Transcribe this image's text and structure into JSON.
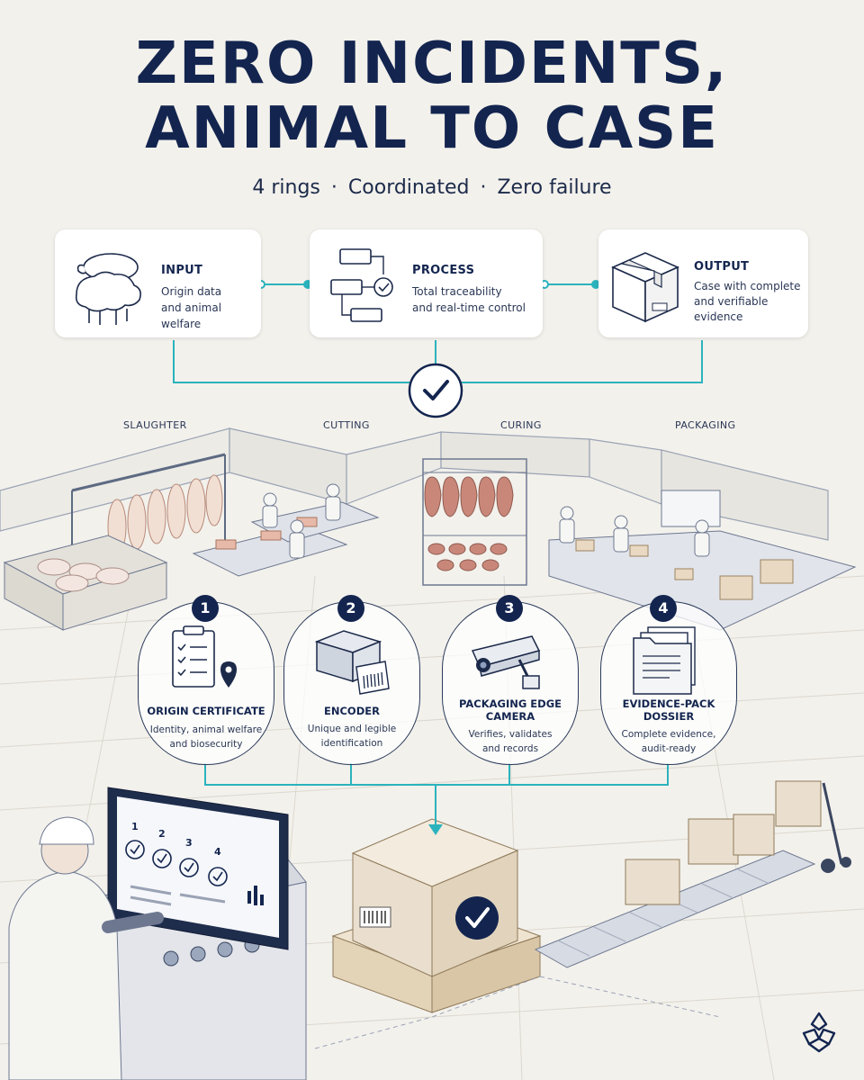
{
  "title": {
    "line1": "ZERO INCIDENTS,",
    "line2": "ANIMAL TO CASE"
  },
  "subtitle": {
    "part1": "4 rings",
    "part2": "Coordinated",
    "part3": "Zero failure",
    "separator": "·"
  },
  "flow": [
    {
      "title": "INPUT",
      "desc1": "Origin data",
      "desc2": "and animal welfare",
      "desc3": "",
      "icon": "pig-sheep-icon"
    },
    {
      "title": "PROCESS",
      "desc1": "Total traceability",
      "desc2": "and real-time control",
      "desc3": "",
      "icon": "flowchart-icon"
    },
    {
      "title": "OUTPUT",
      "desc1": "Case with complete",
      "desc2": "and verifiable",
      "desc3": "evidence",
      "icon": "box-icon"
    }
  ],
  "stages": [
    "SLAUGHTER",
    "CUTTING",
    "CURING",
    "PACKAGING"
  ],
  "rings": [
    {
      "number": "1",
      "title1": "ORIGIN CERTIFICATE",
      "title2": "",
      "desc1": "Identity, animal welfare",
      "desc2": "and biosecurity",
      "icon": "clipboard-location-icon"
    },
    {
      "number": "2",
      "title1": "ENCODER",
      "title2": "",
      "desc1": "Unique and legible",
      "desc2": "identification",
      "icon": "label-printer-icon"
    },
    {
      "number": "3",
      "title1": "PACKAGING EDGE",
      "title2": "CAMERA",
      "desc1": "Verifies, validates",
      "desc2": "and records",
      "icon": "camera-icon"
    },
    {
      "number": "4",
      "title1": "EVIDENCE-PACK",
      "title2": "DOSSIER",
      "desc1": "Complete evidence,",
      "desc2": "audit-ready",
      "icon": "folder-documents-icon"
    }
  ],
  "monitor_steps": [
    "1",
    "2",
    "3",
    "4"
  ],
  "colors": {
    "navy": "#13254f",
    "teal": "#2bb3bd",
    "background": "#f3f1ec",
    "card": "#ffffff",
    "box": "#eadfce"
  }
}
